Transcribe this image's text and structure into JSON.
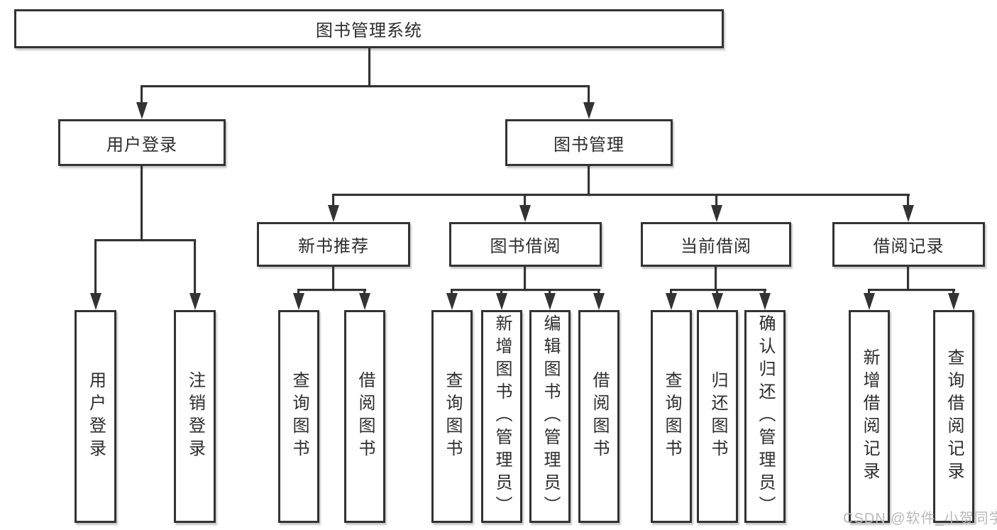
{
  "root": {
    "label": "图书管理系统"
  },
  "user_login": {
    "label": "用户登录",
    "children": [
      {
        "label": "用户登录"
      },
      {
        "label": "注销登录"
      }
    ]
  },
  "book_mgmt": {
    "label": "图书管理",
    "sections": [
      {
        "label": "新书推荐",
        "children": [
          {
            "label": "查询图书"
          },
          {
            "label": "借阅图书"
          }
        ]
      },
      {
        "label": "图书借阅",
        "children": [
          {
            "label": "查询图书"
          },
          {
            "label": "新增图书（管理员）"
          },
          {
            "label": "编辑图书（管理员）"
          },
          {
            "label": "借阅图书"
          }
        ]
      },
      {
        "label": "当前借阅",
        "children": [
          {
            "label": "查询图书"
          },
          {
            "label": "归还图书"
          },
          {
            "label": "确认归还（管理员）"
          }
        ]
      },
      {
        "label": "借阅记录",
        "children": [
          {
            "label": "新增借阅记录"
          },
          {
            "label": "查询借阅记录"
          }
        ]
      }
    ]
  },
  "watermark": {
    "text": "CSDN @软件_小贺同学"
  },
  "colors": {
    "line": "#333333",
    "text": "#2d2d2d",
    "watermark": "#b9b9b9",
    "background": "#ffffff"
  }
}
